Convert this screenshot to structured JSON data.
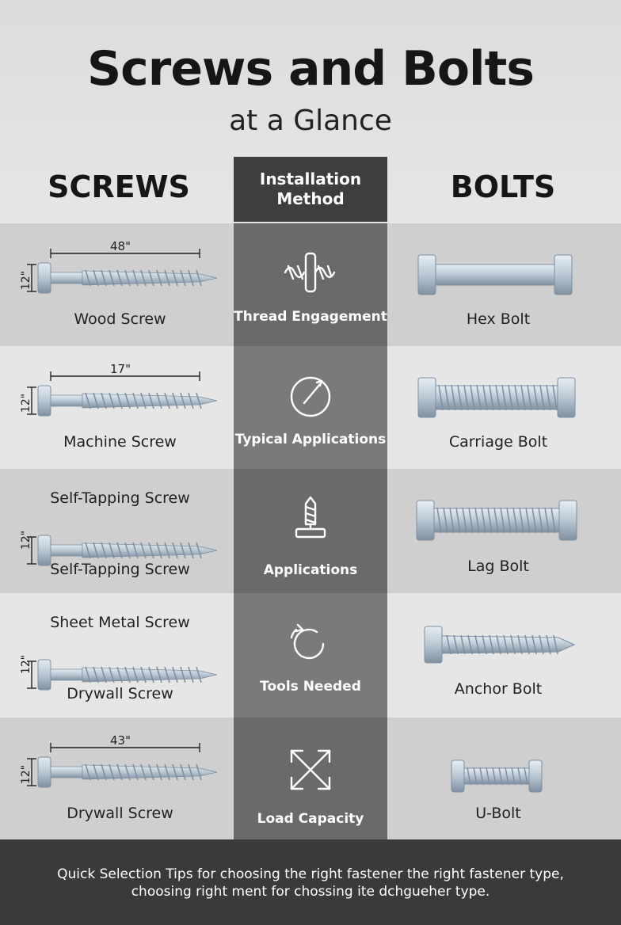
{
  "header": {
    "title": "Screws and Bolts",
    "subtitle": "at a Glance"
  },
  "columns": {
    "left": "SCREWS",
    "center": "Installation\nMethod",
    "right": "BOLTS"
  },
  "rows": [
    {
      "screw_top_label": "",
      "screw_label": "Wood Screw",
      "screw_length": "48\"",
      "screw_diameter": "12\"",
      "method_label": "Thread Engagement",
      "method_icon": "thread-engagement-icon",
      "bolt_label": "Hex Bolt"
    },
    {
      "screw_top_label": "",
      "screw_label": "Machine Screw",
      "screw_length": "17\"",
      "screw_diameter": "12\"",
      "method_label": "Typical Applications",
      "method_icon": "compass-icon",
      "bolt_label": "Carriage Bolt"
    },
    {
      "screw_top_label": "Self-Tapping Screw",
      "screw_label": "Self-Tapping Screw",
      "screw_length": "",
      "screw_diameter": "12\"",
      "method_label": "Applications",
      "method_icon": "screw-tool-icon",
      "bolt_label": "Lag Bolt"
    },
    {
      "screw_top_label": "Sheet Metal Screw",
      "screw_label": "Drywall Screw",
      "screw_length": "",
      "screw_diameter": "12\"",
      "method_label": "Tools Needed",
      "method_icon": "rotate-icon",
      "bolt_label": "Anchor Bolt"
    },
    {
      "screw_top_label": "",
      "screw_label": "Drywall Screw",
      "screw_length": "43\"",
      "screw_diameter": "12\"",
      "method_label": "Load Capacity",
      "method_icon": "cross-arrows-icon",
      "bolt_label": "U-Bolt"
    }
  ],
  "footer": {
    "line1": "Quick Selection Tips for choosing the right fastener the right fastener type,",
    "line2": "choosing right ment for chossing ite dchgueher type."
  },
  "colors": {
    "metal": "#b9c7d3",
    "metal_dark": "#7f90a0",
    "center_dark": "#3e3e3e",
    "footer": "#3a3a3a"
  }
}
